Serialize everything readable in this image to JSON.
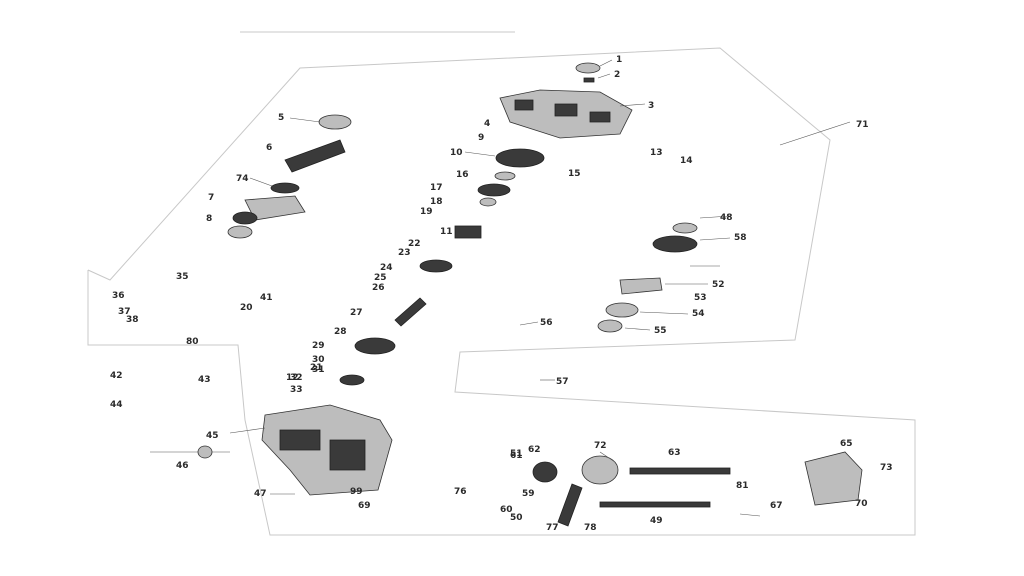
{
  "diagram": {
    "labels": [
      "1",
      "2",
      "3",
      "4",
      "5",
      "6",
      "7",
      "8",
      "9",
      "10",
      "11",
      "12",
      "13",
      "14",
      "15",
      "16",
      "17",
      "18",
      "19",
      "20",
      "21",
      "22",
      "23",
      "24",
      "25",
      "26",
      "27",
      "28",
      "29",
      "30",
      "31",
      "32",
      "33",
      "35",
      "36",
      "37",
      "38",
      "41",
      "42",
      "43",
      "44",
      "45",
      "46",
      "47",
      "48",
      "49",
      "50",
      "51",
      "52",
      "53",
      "54",
      "55",
      "56",
      "57",
      "58",
      "59",
      "60",
      "61",
      "62",
      "63",
      "65",
      "67",
      "69",
      "70",
      "71",
      "72",
      "73",
      "74",
      "76",
      "77",
      "78",
      "80",
      "81",
      "99"
    ]
  }
}
